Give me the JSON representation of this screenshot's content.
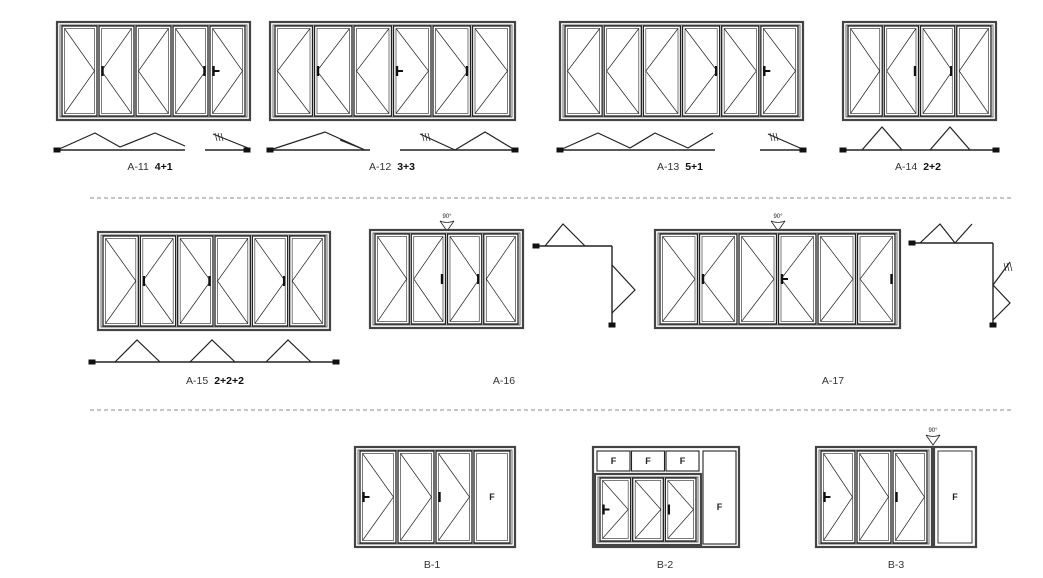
{
  "colors": {
    "frame": "#444444",
    "line": "#222222",
    "divider": "#888888"
  },
  "angle_label": "90°",
  "fixed_label": "F",
  "configs": [
    {
      "code": "A-11",
      "combo": "4+1"
    },
    {
      "code": "A-12",
      "combo": "3+3"
    },
    {
      "code": "A-13",
      "combo": "5+1"
    },
    {
      "code": "A-14",
      "combo": "2+2"
    },
    {
      "code": "A-15",
      "combo": "2+2+2"
    },
    {
      "code": "A-16",
      "combo": ""
    },
    {
      "code": "A-17",
      "combo": ""
    },
    {
      "code": "B-1",
      "combo": ""
    },
    {
      "code": "B-2",
      "combo": ""
    },
    {
      "code": "B-3",
      "combo": ""
    }
  ]
}
